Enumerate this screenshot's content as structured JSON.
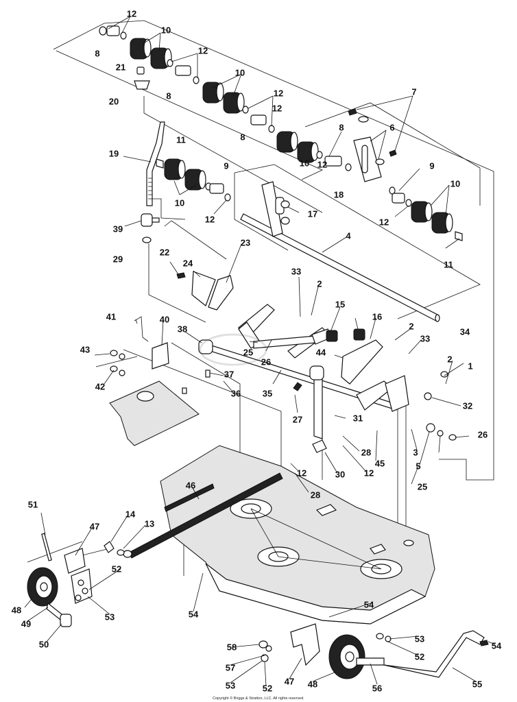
{
  "diagram": {
    "copyright": "Copyright © Briggs & Stratton, LLC. All rights reserved.",
    "callouts": [
      {
        "id": "c12a",
        "label": "12"
      },
      {
        "id": "c8a",
        "label": "8"
      },
      {
        "id": "c10a",
        "label": "10"
      },
      {
        "id": "c12b",
        "label": "12"
      },
      {
        "id": "c21",
        "label": "21"
      },
      {
        "id": "c8b",
        "label": "8"
      },
      {
        "id": "c10b",
        "label": "10"
      },
      {
        "id": "c20",
        "label": "20"
      },
      {
        "id": "c12c",
        "label": "12"
      },
      {
        "id": "c7",
        "label": "7"
      },
      {
        "id": "c8c",
        "label": "8"
      },
      {
        "id": "c12d",
        "label": "12"
      },
      {
        "id": "c6",
        "label": "6"
      },
      {
        "id": "c8d",
        "label": "8"
      },
      {
        "id": "c11a",
        "label": "11"
      },
      {
        "id": "c19",
        "label": "19"
      },
      {
        "id": "c10c",
        "label": "10"
      },
      {
        "id": "c12e",
        "label": "12"
      },
      {
        "id": "c18",
        "label": "18"
      },
      {
        "id": "c9a",
        "label": "9"
      },
      {
        "id": "c9b",
        "label": "9"
      },
      {
        "id": "c10d",
        "label": "10"
      },
      {
        "id": "c10e",
        "label": "10"
      },
      {
        "id": "c12f",
        "label": "12"
      },
      {
        "id": "c17",
        "label": "17"
      },
      {
        "id": "c12g",
        "label": "12"
      },
      {
        "id": "c11b",
        "label": "11"
      },
      {
        "id": "c39",
        "label": "39"
      },
      {
        "id": "c4",
        "label": "4"
      },
      {
        "id": "c29",
        "label": "29"
      },
      {
        "id": "c23",
        "label": "23"
      },
      {
        "id": "c22",
        "label": "22"
      },
      {
        "id": "c24",
        "label": "24"
      },
      {
        "id": "c33a",
        "label": "33"
      },
      {
        "id": "c2a",
        "label": "2"
      },
      {
        "id": "c15",
        "label": "15"
      },
      {
        "id": "c16",
        "label": "16"
      },
      {
        "id": "c2b",
        "label": "2"
      },
      {
        "id": "c41",
        "label": "41"
      },
      {
        "id": "c40",
        "label": "40"
      },
      {
        "id": "c38",
        "label": "38"
      },
      {
        "id": "c33b",
        "label": "33"
      },
      {
        "id": "c34",
        "label": "34"
      },
      {
        "id": "c25a",
        "label": "25"
      },
      {
        "id": "c26a",
        "label": "26"
      },
      {
        "id": "c44",
        "label": "44"
      },
      {
        "id": "c2c",
        "label": "2"
      },
      {
        "id": "c43",
        "label": "43"
      },
      {
        "id": "c1",
        "label": "1"
      },
      {
        "id": "c37",
        "label": "37"
      },
      {
        "id": "c42",
        "label": "42"
      },
      {
        "id": "c36",
        "label": "36"
      },
      {
        "id": "c35",
        "label": "35"
      },
      {
        "id": "c32",
        "label": "32"
      },
      {
        "id": "c27",
        "label": "27"
      },
      {
        "id": "c31",
        "label": "31"
      },
      {
        "id": "c3",
        "label": "3"
      },
      {
        "id": "c26b",
        "label": "26"
      },
      {
        "id": "c28a",
        "label": "28"
      },
      {
        "id": "c45",
        "label": "45"
      },
      {
        "id": "c5",
        "label": "5"
      },
      {
        "id": "c12h",
        "label": "12"
      },
      {
        "id": "c30",
        "label": "30"
      },
      {
        "id": "c12i",
        "label": "12"
      },
      {
        "id": "c25b",
        "label": "25"
      },
      {
        "id": "c46",
        "label": "46"
      },
      {
        "id": "c28b",
        "label": "28"
      },
      {
        "id": "c51",
        "label": "51"
      },
      {
        "id": "c14",
        "label": "14"
      },
      {
        "id": "c47a",
        "label": "47"
      },
      {
        "id": "c13",
        "label": "13"
      },
      {
        "id": "c52a",
        "label": "52"
      },
      {
        "id": "c48a",
        "label": "48"
      },
      {
        "id": "c53a",
        "label": "53"
      },
      {
        "id": "c54a",
        "label": "54"
      },
      {
        "id": "c49",
        "label": "49"
      },
      {
        "id": "c50",
        "label": "50"
      },
      {
        "id": "c54b",
        "label": "54"
      },
      {
        "id": "c53b",
        "label": "53"
      },
      {
        "id": "c52b",
        "label": "52"
      },
      {
        "id": "c58",
        "label": "58"
      },
      {
        "id": "c54c",
        "label": "54"
      },
      {
        "id": "c57",
        "label": "57"
      },
      {
        "id": "c53c",
        "label": "53"
      },
      {
        "id": "c52c",
        "label": "52"
      },
      {
        "id": "c47b",
        "label": "47"
      },
      {
        "id": "c48b",
        "label": "48"
      },
      {
        "id": "c56",
        "label": "56"
      },
      {
        "id": "c55",
        "label": "55"
      }
    ]
  }
}
